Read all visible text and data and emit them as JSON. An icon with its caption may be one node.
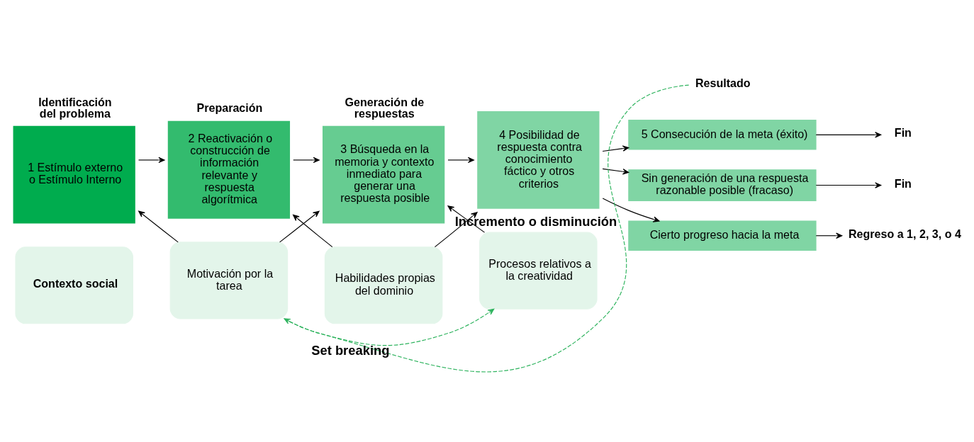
{
  "diagram": {
    "nodes": [
      {
        "text": [
          "Identificación del problema",
          "1 Estímulo externo o Estímulo Interno"
        ]
      },
      {
        "text": [
          "Preparación",
          "2 Reactivación o construcción de información relevante y respuesta algorítmica"
        ]
      },
      {
        "text": [
          "Generación de respuestas",
          "3 Búsqueda en la memoria y contexto inmediato para generar una respuesta posible"
        ]
      },
      {
        "text": [
          "4 Posibilidad de respuesta contra conocimiento fáctico y otros criterios"
        ]
      },
      {
        "text": [
          "Resultado"
        ]
      },
      {
        "text": [
          "5 Consecución de la meta (éxito)"
        ]
      },
      {
        "text": [
          "Sin generación de una respuesta razonable posible (fracaso)"
        ]
      },
      {
        "text": [
          "Cierto progreso hacia la meta"
        ]
      },
      {
        "text": [
          "Fin"
        ]
      },
      {
        "text": [
          "Fin"
        ]
      },
      {
        "text": [
          "Regreso a 1, 2, 3, o 4"
        ]
      },
      {
        "text": [
          "Contexto social"
        ]
      },
      {
        "text": [
          "Motivación por la tarea"
        ]
      },
      {
        "text": [
          "Habilidades propias del dominio"
        ]
      },
      {
        "text": [
          "Procesos relativos a la creatividad"
        ]
      }
    ],
    "edges": [
      {
        "from": 0,
        "to": 1,
        "arrow": "to"
      },
      {
        "from": 1,
        "to": 2,
        "arrow": "to"
      },
      {
        "from": 2,
        "to": 3,
        "arrow": "to"
      },
      {
        "from": 3,
        "to": 5,
        "arrow": "to"
      },
      {
        "from": 3,
        "to": 6,
        "arrow": "to"
      },
      {
        "from": 3,
        "to": 7,
        "arrow": "to"
      },
      {
        "from": 5,
        "to": 8,
        "arrow": "to"
      },
      {
        "from": 6,
        "to": 9,
        "arrow": "to"
      },
      {
        "from": 7,
        "to": 10,
        "arrow": "to"
      },
      {
        "from": 12,
        "to": 0,
        "arrow": "to"
      },
      {
        "from": 12,
        "to": 2,
        "arrow": "to"
      },
      {
        "from": 13,
        "to": 1,
        "arrow": "to"
      },
      {
        "from": 13,
        "to": 3,
        "arrow": "to"
      },
      {
        "from": 14,
        "to": 2,
        "arrow": "to"
      },
      {
        "from": 12,
        "to": 14,
        "arrow": "to",
        "label": "Set breaking",
        "style": "dashed",
        "color": "#2db35d"
      },
      {
        "from": 4,
        "to": 12,
        "arrow": "to",
        "label": "Incremento o disminución",
        "style": "dashed",
        "color": "#2db35d"
      }
    ]
  }
}
